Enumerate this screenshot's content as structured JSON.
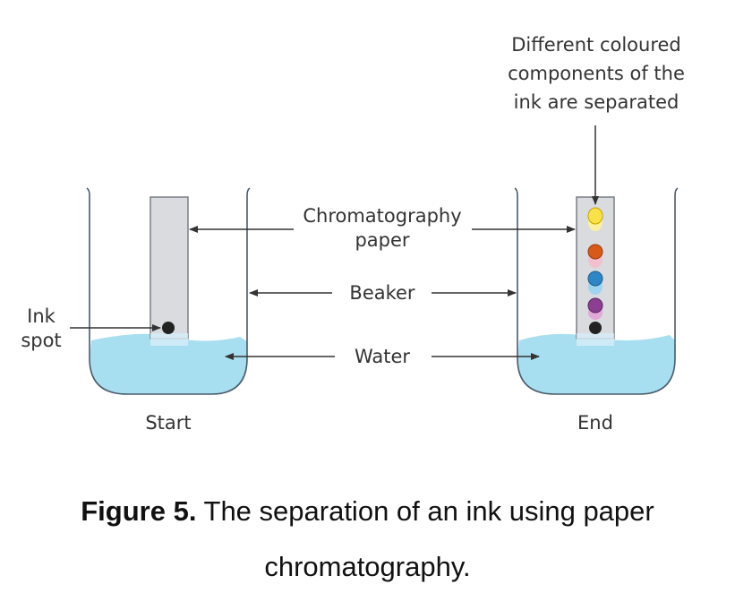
{
  "labels": {
    "ink_spot_line1": "Ink",
    "ink_spot_line2": "spot",
    "chromatography_line1": "Chromatography",
    "chromatography_line2": "paper",
    "beaker": "Beaker",
    "water": "Water",
    "start": "Start",
    "end": "End",
    "components_line1": "Different coloured",
    "components_line2": "components of the",
    "components_line3": "ink are separated"
  },
  "caption": {
    "figure_label": "Figure 5.",
    "text_line1": " The separation of an ink using paper",
    "text_line2": "chromatography."
  },
  "colors": {
    "water": "#a8dff0",
    "beaker_stroke": "#4a5a6a",
    "paper": "#d9dbde",
    "ink": "#222222",
    "yellow": "#f7e24a",
    "orange": "#d75a1a",
    "pink": "#f3c0d0",
    "blue": "#2f86c5",
    "light_blue": "#9fd4ef",
    "purple": "#8c3f91",
    "light_purple": "#e0a9d8"
  }
}
